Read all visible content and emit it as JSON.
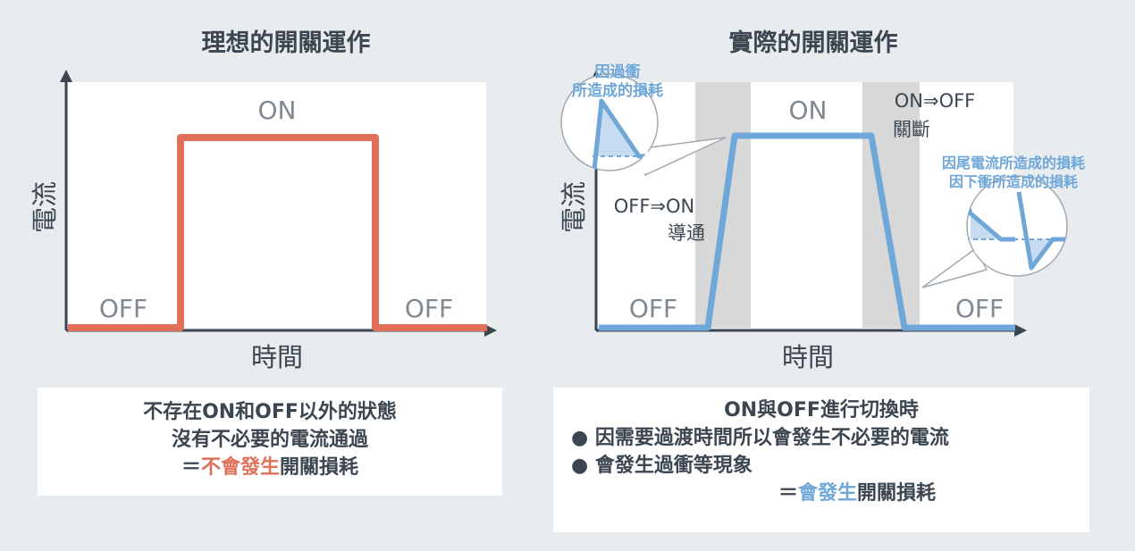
{
  "colors": {
    "background": "#e9ecef",
    "ideal_line": "#e07058",
    "real_line": "#6ea7d8",
    "transition_band": "#d8d8d8",
    "text": "#3c4650",
    "on_off_label": "#808890"
  },
  "left": {
    "title": "理想的開關運作",
    "ylabel": "電流",
    "xlabel": "時間",
    "on_label": "ON",
    "off_left": "OFF",
    "off_right": "OFF",
    "caption": {
      "line1": "不存在ON和OFF以外的狀態",
      "line2": "沒有不必要的電流通過",
      "line3_prefix": "＝",
      "line3_highlight": "不會發生",
      "line3_suffix": "開關損耗"
    }
  },
  "right": {
    "title": "實際的開關運作",
    "ylabel": "電流",
    "xlabel": "時間",
    "on_label": "ON",
    "off_left": "OFF",
    "off_right": "OFF",
    "turn_on_label_1": "OFF⇒ON",
    "turn_on_label_2": "導通",
    "turn_off_label_1": "ON⇒OFF",
    "turn_off_label_2": "關斷",
    "callout_left_1": "因過衝",
    "callout_left_2": "所造成的損耗",
    "callout_right_1": "因尾電流所造成的損耗",
    "callout_right_2": "因下衝所造成的損耗",
    "caption": {
      "line1": "ON與OFF進行切換時",
      "bullet1": "● 因需要過渡時間所以會發生不必要的電流",
      "bullet2": "● 會發生過衝等現象",
      "line4_prefix": "＝",
      "line4_highlight": "會發生",
      "line4_suffix": "開關損耗"
    }
  }
}
